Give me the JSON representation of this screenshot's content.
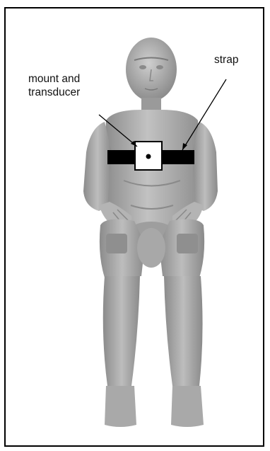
{
  "labels": {
    "mount_line1": "mount and",
    "mount_line2": "transducer",
    "strap": "strap"
  },
  "colors": {
    "dummy": "#a3a3a3",
    "dummy_shade": "#7d7d7d",
    "dummy_light": "#c4c4c4",
    "strap": "#000000",
    "mount": "#ffffff",
    "frame": "#000000"
  },
  "icons": {
    "dummy": "crash-test-dummy-seated",
    "strap": "chest-strap",
    "mount": "transducer-mount"
  }
}
